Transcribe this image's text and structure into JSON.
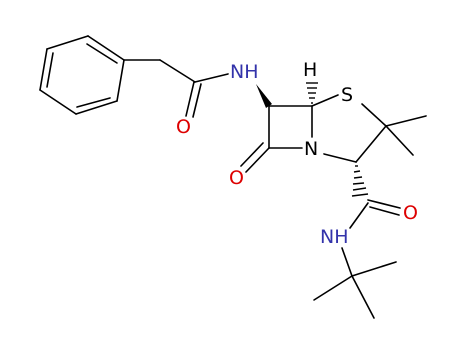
{
  "molecule": {
    "colors": {
      "carbon_bond": "#000000",
      "nitrogen": "#3333aa",
      "oxygen": "#dd0000",
      "sulfur": "#000000",
      "hydrogen": "#000000",
      "background": "#ffffff"
    },
    "atoms": {
      "amide_nh": "NH",
      "amide_oxygen": "O",
      "ring_hydrogen": "H",
      "ring_sulfur": "S",
      "lactam_oxygen": "O",
      "ring_nitrogen": "N",
      "carboxamide_oxygen": "O",
      "carboxamide_nh": "NH"
    }
  }
}
